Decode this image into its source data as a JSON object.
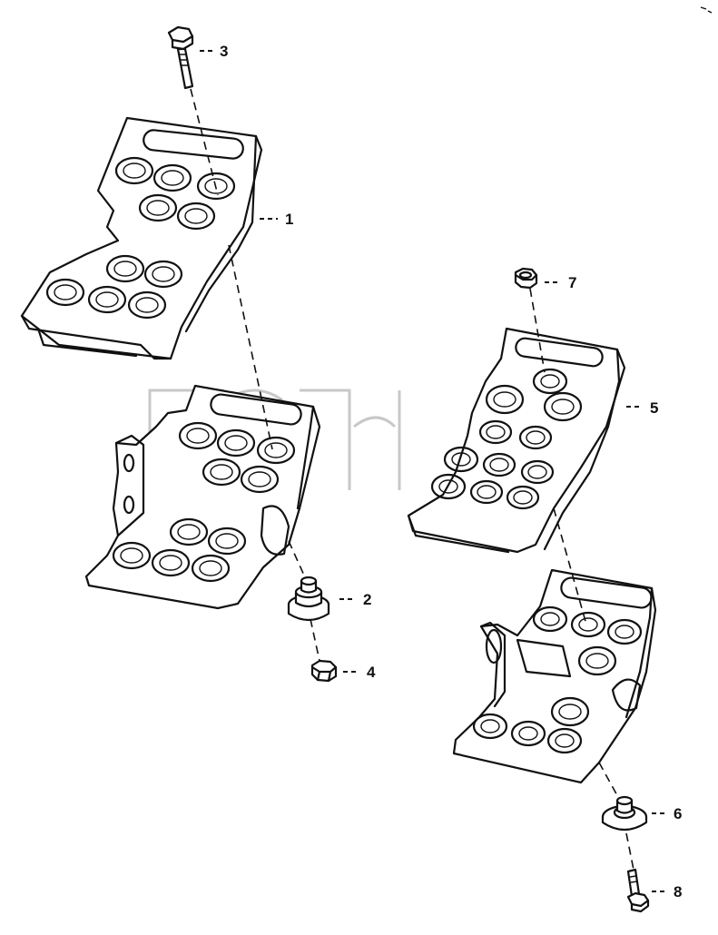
{
  "callouts": [
    {
      "id": "part-1",
      "label": "1"
    },
    {
      "id": "part-2",
      "label": "2"
    },
    {
      "id": "part-3",
      "label": "3"
    },
    {
      "id": "part-4",
      "label": "4"
    },
    {
      "id": "part-5",
      "label": "5"
    },
    {
      "id": "part-6",
      "label": "6"
    },
    {
      "id": "part-7",
      "label": "7"
    },
    {
      "id": "part-8",
      "label": "8"
    }
  ],
  "colors": {
    "line": "#111111",
    "background": "#ffffff",
    "watermark": "#c8c8c8"
  }
}
